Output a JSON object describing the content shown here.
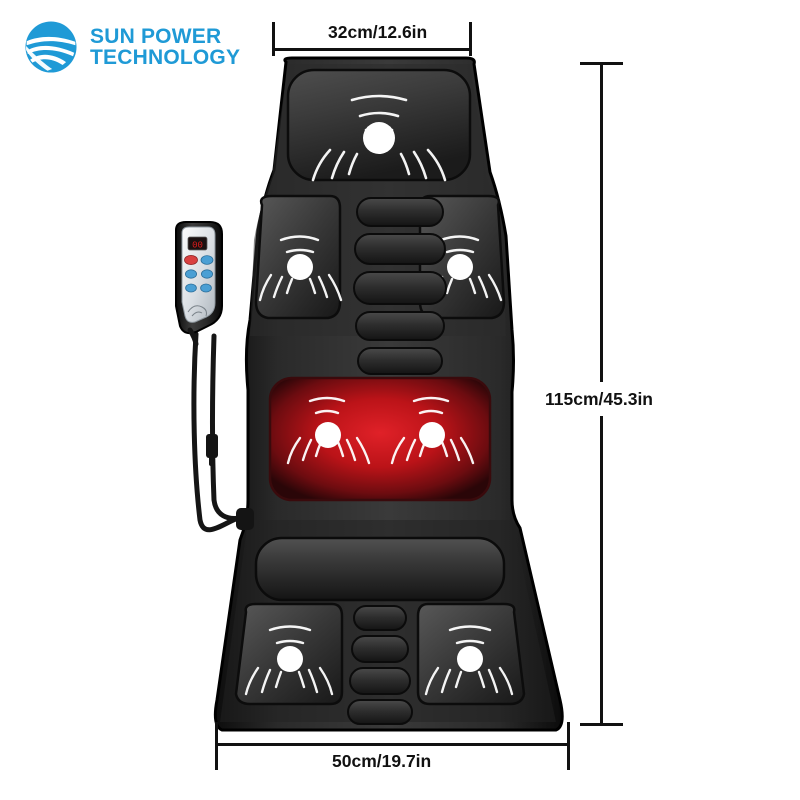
{
  "brand": {
    "mark_name": "sun-power-globe-mark",
    "mark_color": "#1f9ad6",
    "line1": "SUN POWER",
    "line2": "TECHNOLOGY"
  },
  "dimensions": {
    "width_top": "32cm/12.6in",
    "height_right": "115cm/45.3in",
    "width_bottom": "50cm/19.7in",
    "line_color": "#111111"
  },
  "product": {
    "name": "vibrating massage seat cushion",
    "body_color": "#2c2c2c",
    "heat_color": "#c0161c",
    "node_color": "#ffffff",
    "sections": [
      {
        "name": "neck-pad",
        "nodes": 1,
        "heated": false
      },
      {
        "name": "shoulder-pad-left",
        "nodes": 1,
        "heated": false
      },
      {
        "name": "shoulder-pad-right",
        "nodes": 1,
        "heated": false
      },
      {
        "name": "spine-rib-column",
        "nodes": 0,
        "heated": false,
        "ribs": 5
      },
      {
        "name": "lumbar-heat-pad",
        "nodes": 2,
        "heated": true
      },
      {
        "name": "seat-front-bolster",
        "nodes": 0,
        "heated": false
      },
      {
        "name": "thigh-pad-left",
        "nodes": 1,
        "heated": false
      },
      {
        "name": "thigh-pad-right",
        "nodes": 1,
        "heated": false
      },
      {
        "name": "seat-rib-column",
        "nodes": 0,
        "heated": false,
        "ribs": 4
      }
    ]
  },
  "remote": {
    "name": "handheld-remote-controller",
    "display_value": "00",
    "display_color": "#e01b1b",
    "buttons": [
      {
        "name": "power-button",
        "color": "#d94040"
      },
      {
        "name": "mode-button",
        "color": "#4a9fd4"
      },
      {
        "name": "heat-button",
        "color": "#4a9fd4"
      },
      {
        "name": "timer-button",
        "color": "#4a9fd4"
      },
      {
        "name": "intensity-up-button",
        "color": "#4a9fd4"
      },
      {
        "name": "zone-button",
        "color": "#4a9fd4"
      },
      {
        "name": "speed-button",
        "color": "#4a9fd4"
      }
    ],
    "cable_color": "#1a1a1a"
  }
}
